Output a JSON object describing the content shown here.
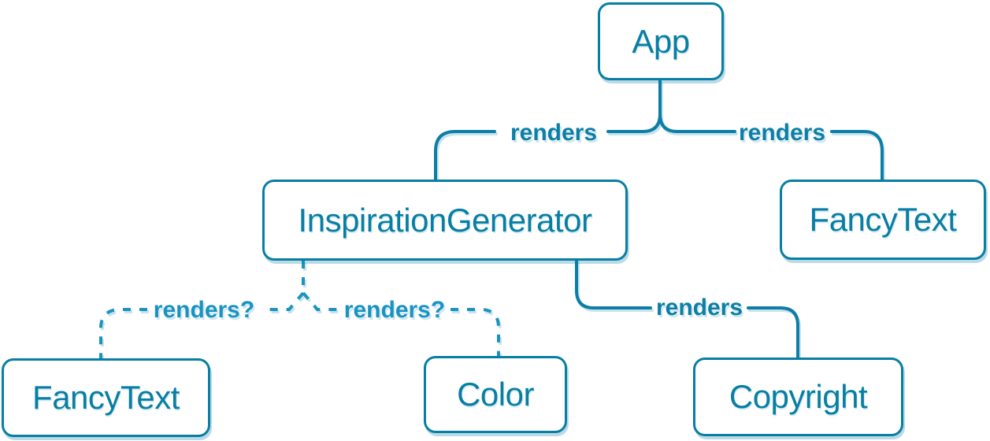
{
  "diagram": {
    "description": "React render tree",
    "colors": {
      "node_border": "#087ea4",
      "node_text": "#087ea4",
      "solid_edge": "#0d7ea6",
      "dashed_edge": "#1a93c2",
      "node_background": "#ffffff"
    },
    "nodes": [
      {
        "id": "app",
        "label": "App"
      },
      {
        "id": "inspiration-generator",
        "label": "InspirationGenerator"
      },
      {
        "id": "fancy-text-top",
        "label": "FancyText"
      },
      {
        "id": "fancy-text-bottom",
        "label": "FancyText"
      },
      {
        "id": "color",
        "label": "Color"
      },
      {
        "id": "copyright",
        "label": "Copyright"
      }
    ],
    "edges": [
      {
        "from": "App",
        "to": "InspirationGenerator",
        "label": "renders",
        "style": "solid"
      },
      {
        "from": "App",
        "to": "FancyText",
        "label": "renders",
        "style": "solid"
      },
      {
        "from": "InspirationGenerator",
        "to": "FancyText",
        "label": "renders?",
        "style": "dashed"
      },
      {
        "from": "InspirationGenerator",
        "to": "Color",
        "label": "renders?",
        "style": "dashed"
      },
      {
        "from": "InspirationGenerator",
        "to": "Copyright",
        "label": "renders",
        "style": "solid"
      }
    ]
  }
}
